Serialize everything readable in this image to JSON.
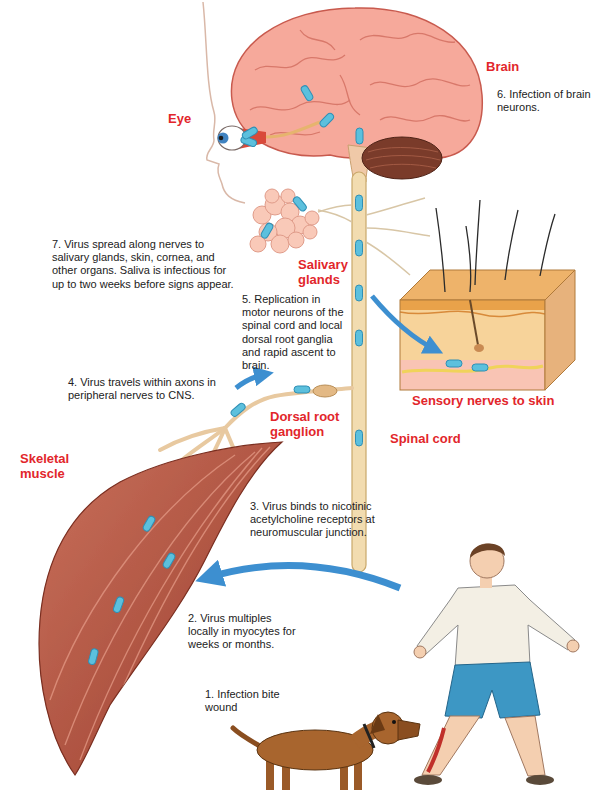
{
  "diagram": {
    "labels": [
      "Brain",
      "6. Infection of brain neurons.",
      "Eye",
      "7. Virus spread along nerves to salivary glands, skin, cornea, and other organs. Saliva is infectious for up to two weeks before signs appear.",
      "Salivary glands",
      "5. Replication in motor neurons of the spinal cord and local dorsal root ganglia and rapid ascent to brain.",
      "4. Virus travels within axons in peripheral nerves to CNS.",
      "Dorsal root ganglion",
      "Spinal cord",
      "Sensory nerves to skin",
      "Skeletal muscle",
      "3. Virus binds to nicotinic acetylcholine receptors at neuromuscular junction.",
      "2. Virus multiples locally in myocytes for weeks or months.",
      "1. Infection bite wound"
    ]
  }
}
